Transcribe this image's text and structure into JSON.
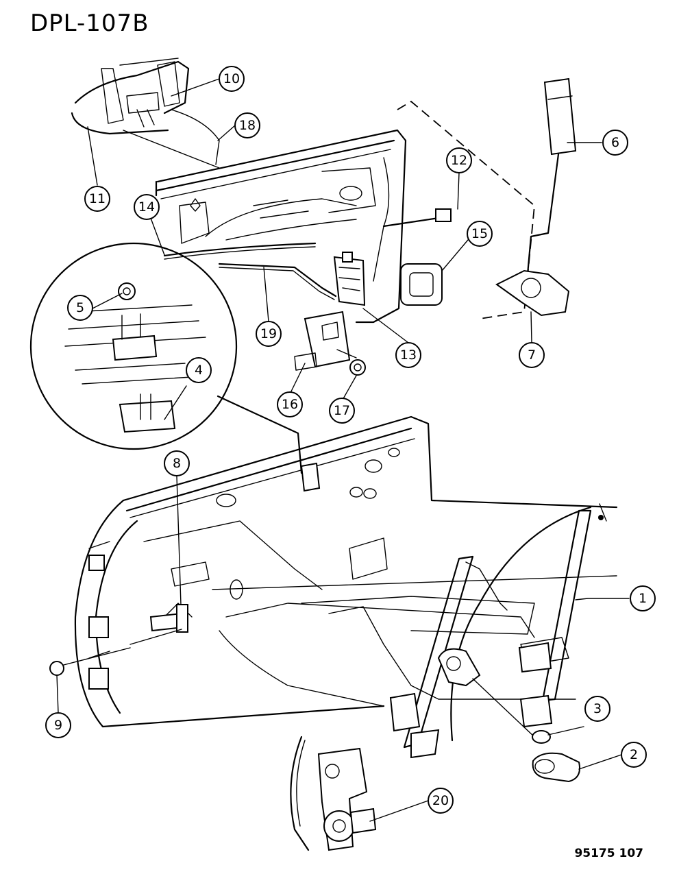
{
  "header": {
    "title": "DPL-107B"
  },
  "footer": {
    "code": "95175  107"
  },
  "callouts": [
    {
      "label": "1"
    },
    {
      "label": "2"
    },
    {
      "label": "3"
    },
    {
      "label": "4"
    },
    {
      "label": "5"
    },
    {
      "label": "6"
    },
    {
      "label": "7"
    },
    {
      "label": "8"
    },
    {
      "label": "9"
    },
    {
      "label": "10"
    },
    {
      "label": "11"
    },
    {
      "label": "12"
    },
    {
      "label": "13"
    },
    {
      "label": "14"
    },
    {
      "label": "15"
    },
    {
      "label": "16"
    },
    {
      "label": "17"
    },
    {
      "label": "18"
    },
    {
      "label": "19"
    },
    {
      "label": "20"
    }
  ]
}
